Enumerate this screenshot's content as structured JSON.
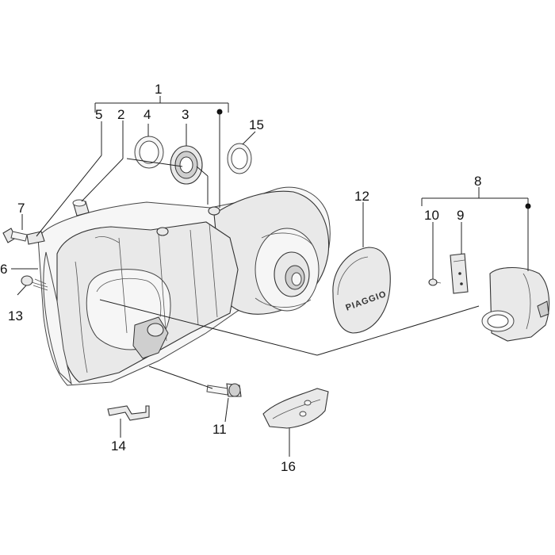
{
  "diagram": {
    "callouts": [
      {
        "id": "1",
        "text": "1"
      },
      {
        "id": "2",
        "text": "2"
      },
      {
        "id": "3",
        "text": "3"
      },
      {
        "id": "4",
        "text": "4"
      },
      {
        "id": "5",
        "text": "5"
      },
      {
        "id": "6",
        "text": "6"
      },
      {
        "id": "7",
        "text": "7"
      },
      {
        "id": "8",
        "text": "8"
      },
      {
        "id": "9",
        "text": "9"
      },
      {
        "id": "10",
        "text": "10"
      },
      {
        "id": "11",
        "text": "11"
      },
      {
        "id": "12",
        "text": "12"
      },
      {
        "id": "13",
        "text": "13"
      },
      {
        "id": "14",
        "text": "14"
      },
      {
        "id": "15",
        "text": "15"
      },
      {
        "id": "16",
        "text": "16"
      }
    ],
    "cover_logo": "PIAGGIO"
  }
}
